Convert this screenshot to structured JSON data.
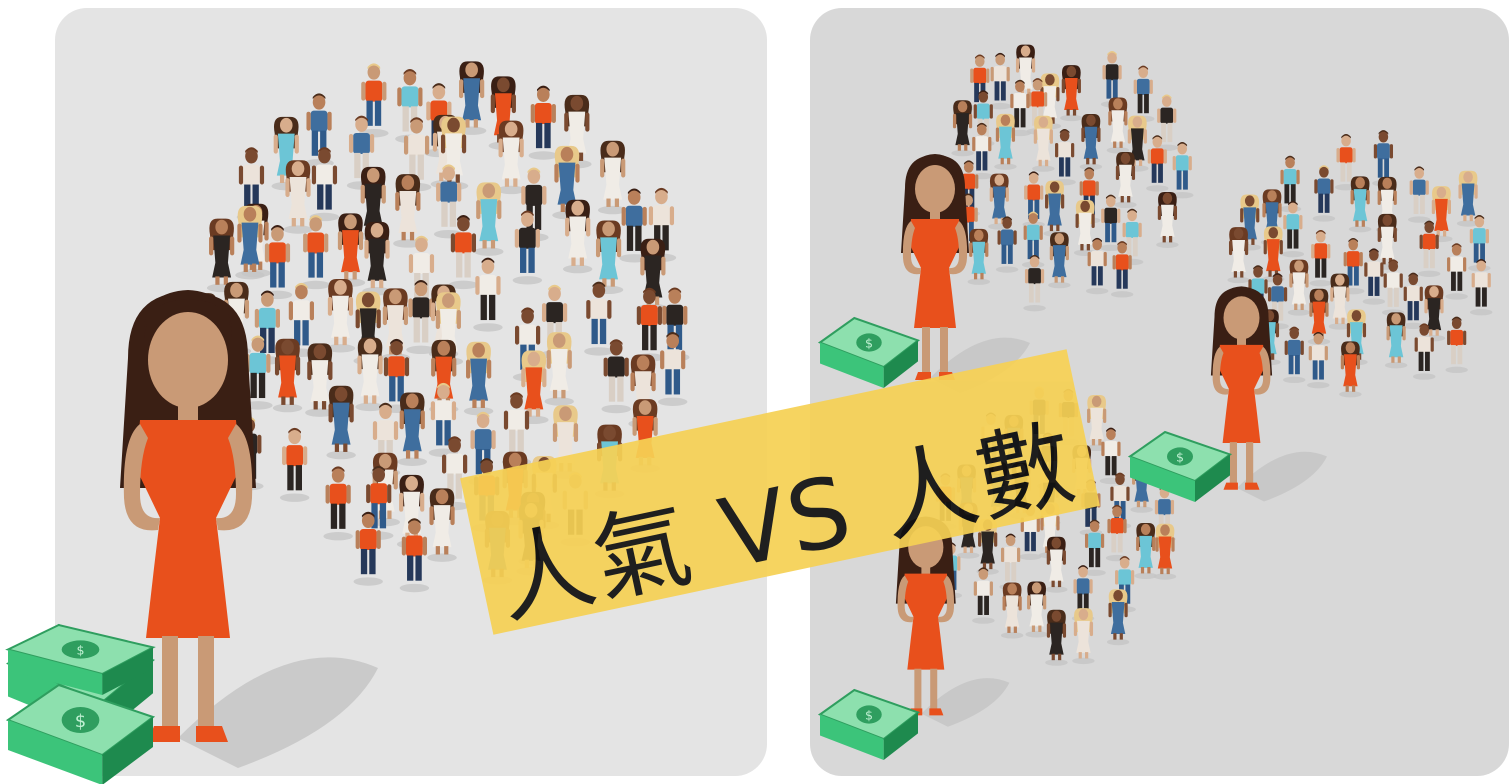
{
  "banner": {
    "text": "人氣 VS 人數",
    "color": "#f6d155"
  },
  "left_panel": {
    "description_role": "one large influencer with one big crowd and a tall stack of money",
    "background": "#e4e4e4",
    "influencer_dress": "#e8501c",
    "money_color": "#3cc47a"
  },
  "right_panel": {
    "description_role": "three small influencers each with a smaller crowd and a single bill",
    "background": "#d8d8d8"
  },
  "palette": {
    "skin": "#c99a76",
    "hair_dark": "#3a1f14",
    "orange": "#e8501c",
    "teal": "#6cc5d6",
    "blue": "#3f6e9e",
    "navy": "#25385a",
    "beige": "#ece3da",
    "black": "#2b2522",
    "shadow": "#c6c6c6"
  }
}
